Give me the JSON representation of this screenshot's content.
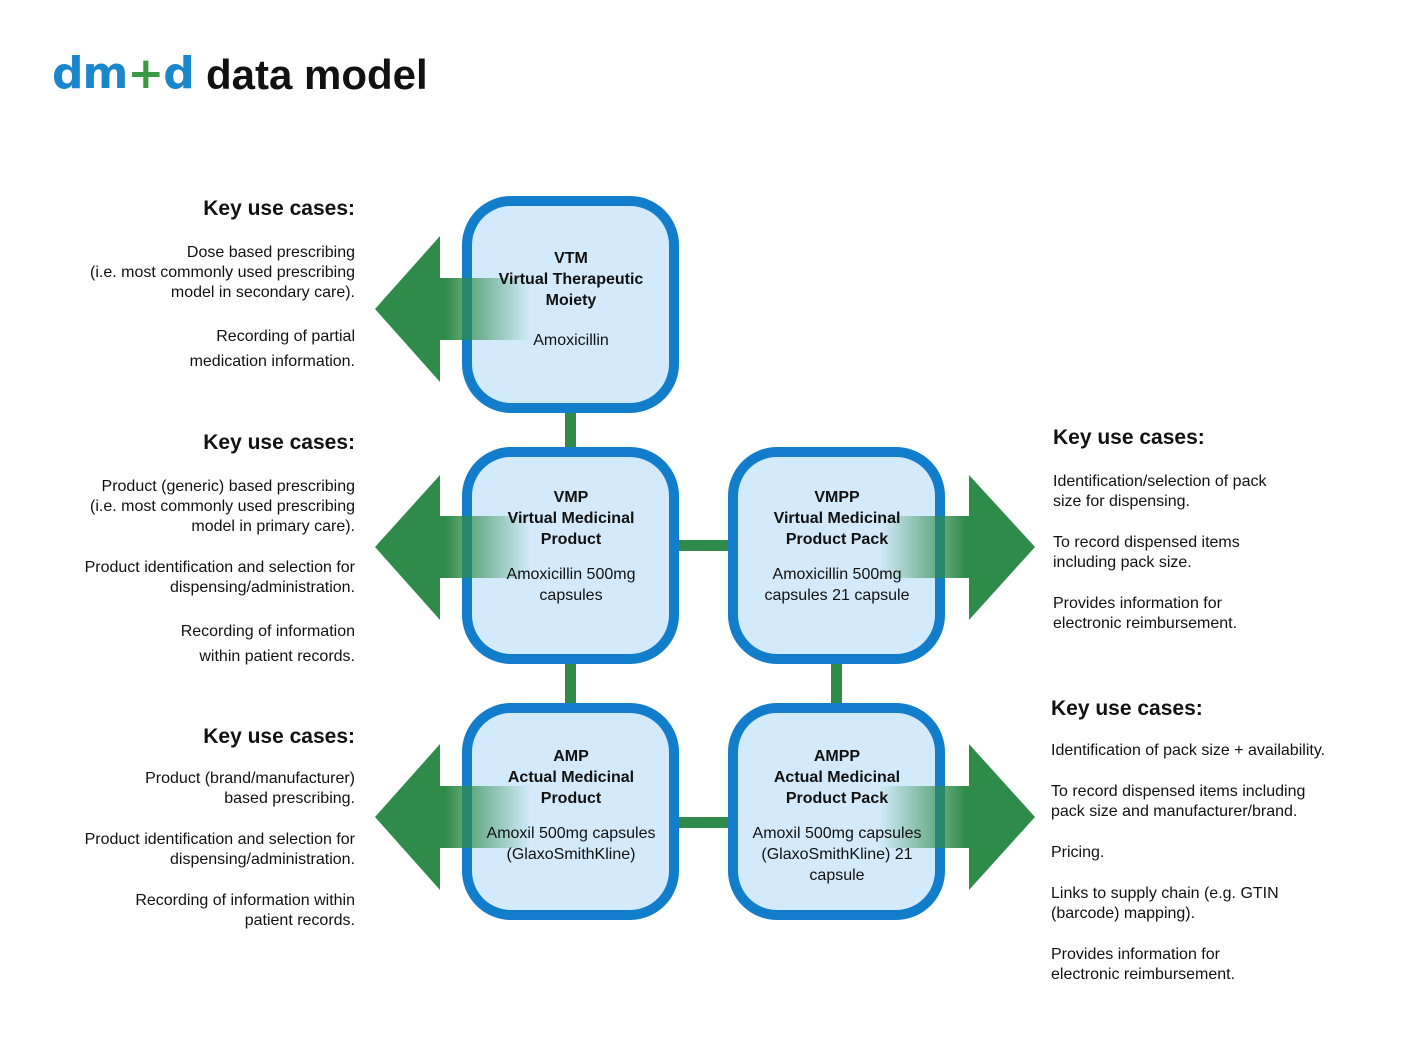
{
  "logo": {
    "dm": "dm",
    "plus": "+",
    "d": "d"
  },
  "title": "data model",
  "colors": {
    "box_fill": "#d2eafb",
    "box_stroke": "#127dcb",
    "connector": "#2e8b4a",
    "arrow": "#2e8b4a",
    "logo_blue": "#1a86cc",
    "logo_green": "#3a9a44"
  },
  "boxes": {
    "vtm": {
      "header": "VTM\nVirtual Therapeutic\nMoiety",
      "example": "Amoxicillin"
    },
    "vmp": {
      "header": "VMP\nVirtual Medicinal\nProduct",
      "example": "Amoxicillin 500mg\ncapsules"
    },
    "vmpp": {
      "header": "VMPP\nVirtual Medicinal\nProduct Pack",
      "example": "Amoxicillin 500mg\ncapsules 21 capsule"
    },
    "amp": {
      "header": "AMP\nActual Medicinal\nProduct",
      "example": "Amoxil 500mg capsules\n(GlaxoSmithKline)"
    },
    "ampp": {
      "header": "AMPP\nActual Medicinal\nProduct Pack",
      "example": "Amoxil 500mg capsules\n(GlaxoSmithKline) 21\ncapsule"
    }
  },
  "use_cases": {
    "vtm": {
      "heading": "Key use cases:",
      "items": [
        "Dose based prescribing\n(i.e. most commonly used prescribing\nmodel in secondary care).",
        "Recording of partial\nmedication information."
      ]
    },
    "vmp": {
      "heading": "Key use cases:",
      "items": [
        "Product (generic) based prescribing\n(i.e. most commonly used prescribing\nmodel in primary care).",
        "Product identification and selection for\ndispensing/administration.",
        "Recording of information\nwithin patient records."
      ]
    },
    "amp": {
      "heading": "Key use cases:",
      "items": [
        "Product (brand/manufacturer)\nbased prescribing.",
        "Product identification and selection for\ndispensing/administration.",
        "Recording of information within\npatient records."
      ]
    },
    "vmpp": {
      "heading": "Key use cases:",
      "items": [
        "Identification/selection of pack\nsize for dispensing.",
        "To record dispensed items\nincluding pack size.",
        "Provides information for\nelectronic reimbursement."
      ]
    },
    "ampp": {
      "heading": "Key use cases:",
      "items": [
        "Identification of pack size + availability.",
        "To record dispensed items including\npack size and manufacturer/brand.",
        "Pricing.",
        "Links to supply chain (e.g. GTIN\n(barcode) mapping).",
        "Provides information for\nelectronic reimbursement."
      ]
    }
  }
}
